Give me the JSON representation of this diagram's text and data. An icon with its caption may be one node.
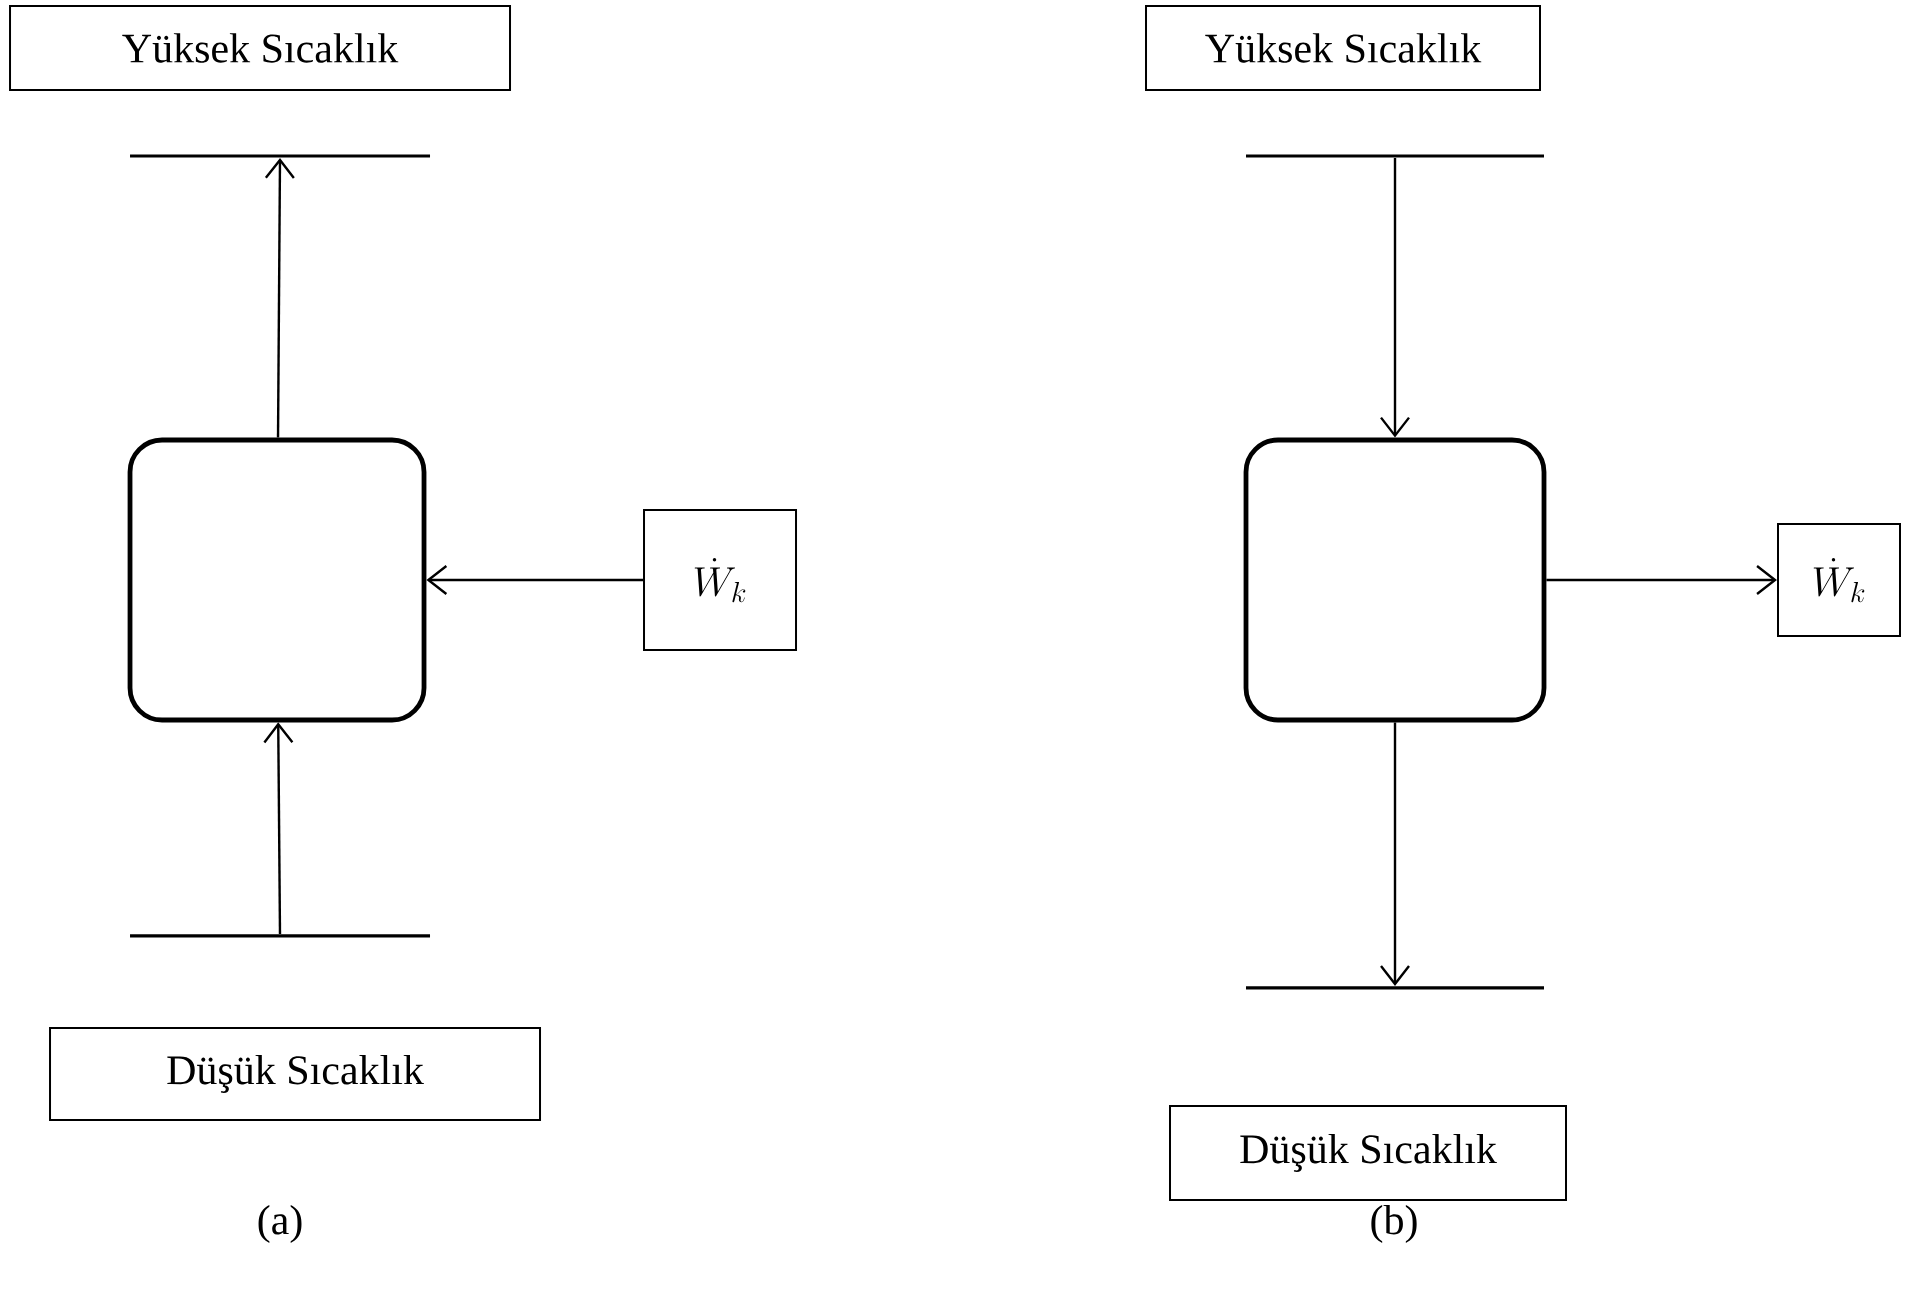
{
  "diagram": {
    "nodes": [
      {
        "text": [
          "Yüksek Sıcaklık"
        ]
      },
      {
        "text": [],
        "shape": "bar"
      },
      {
        "text": [],
        "shape": "box"
      },
      {
        "text": [
          "\\dot{W}_k"
        ]
      },
      {
        "text": [],
        "shape": "bar"
      },
      {
        "text": [
          "Düşük Sıcaklık"
        ]
      },
      {
        "text": [
          "Yüksek Sıcaklık"
        ]
      },
      {
        "text": [],
        "shape": "bar"
      },
      {
        "text": [],
        "shape": "box"
      },
      {
        "text": [
          "\\dot{W}_k"
        ]
      },
      {
        "text": [],
        "shape": "bar"
      },
      {
        "text": [
          "Düşük Sıcaklık"
        ]
      }
    ],
    "edges": [
      {
        "from": 2,
        "to": 1,
        "arrow": "to"
      },
      {
        "from": 3,
        "to": 2,
        "arrow": "to"
      },
      {
        "from": 4,
        "to": 2,
        "arrow": "to"
      },
      {
        "from": 7,
        "to": 8,
        "arrow": "to"
      },
      {
        "from": 8,
        "to": 9,
        "arrow": "to"
      },
      {
        "from": 8,
        "to": 10,
        "arrow": "to"
      }
    ],
    "labels": [
      "(a)",
      "(b)"
    ]
  }
}
